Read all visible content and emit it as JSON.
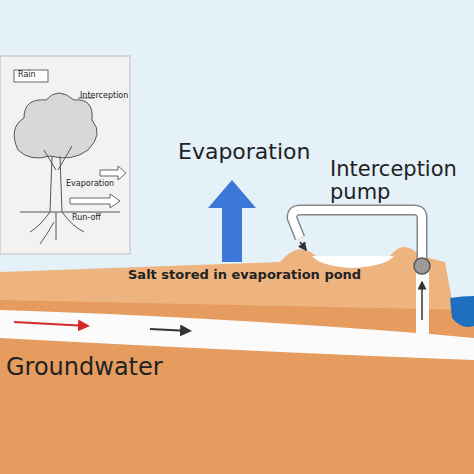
{
  "diagram": {
    "labels": [
      "Evaporation",
      "Interception pump",
      "Salt stored in evaporation pond",
      "Groundwater",
      "Rain",
      "Interception",
      "Evaporation",
      "Run-off"
    ]
  }
}
